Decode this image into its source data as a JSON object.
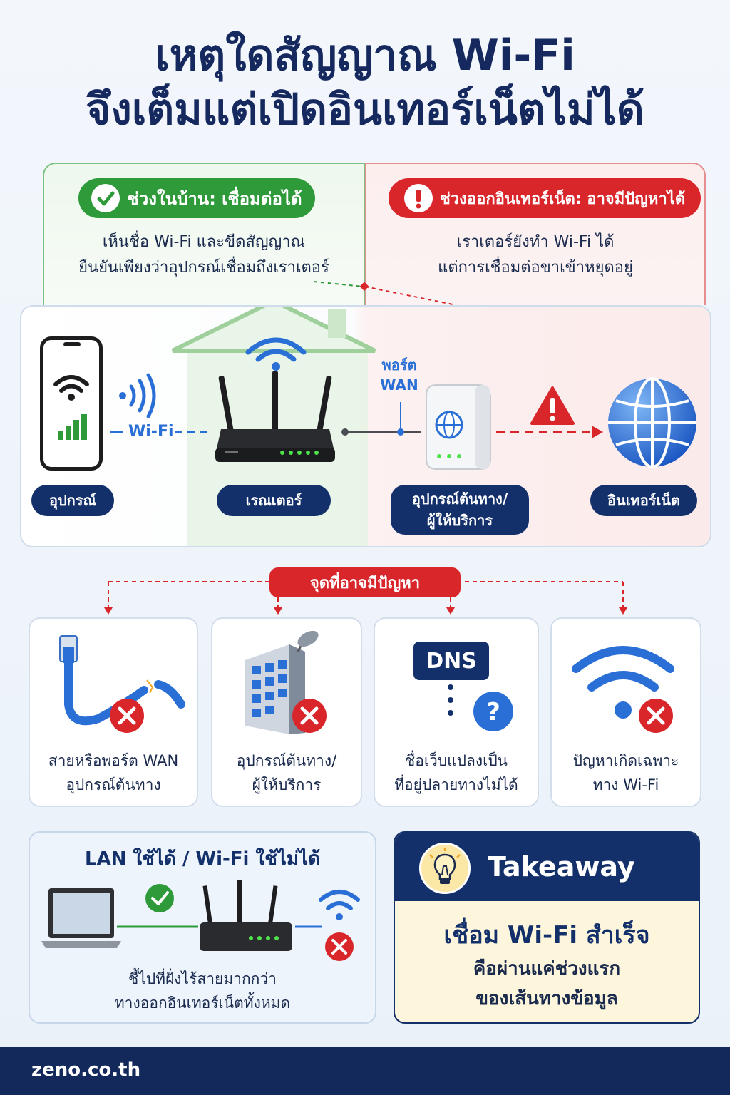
{
  "title": {
    "line1": "เหตุใดสัญญาณ Wi-Fi",
    "line2": "จึงเต็มแต่เปิดอินเทอร์เน็ตไม่ได้"
  },
  "home_section": {
    "badge": "ช่วงในบ้าน: เชื่อมต่อได้",
    "line1": "เห็นชื่อ Wi-Fi และขีดสัญญาณ",
    "line2": "ยืนยันเพียงว่าอุปกรณ์เชื่อมถึงเราเตอร์",
    "color": "#2f9a3a"
  },
  "internet_section": {
    "badge": "ช่วงออกอินเทอร์เน็ต: อาจมีปัญหาได้",
    "line1": "เราเตอร์ยังทำ Wi-Fi ได้",
    "line2": "แต่การเชื่อมต่อขาเข้าหยุดอยู่",
    "color": "#d9262b"
  },
  "diagram": {
    "wifi_label": "Wi-Fi",
    "wan_label": "พอร์ต\nWAN",
    "device": "อุปกรณ์",
    "router": "เรณเตอร์",
    "upstream": "อุปกรณ์ต้นทาง/\nผู้ให้บริการ",
    "internet": "อินเทอร์เน็ต"
  },
  "problems": {
    "header": "จุดที่อาจมีปัญหา",
    "items": [
      {
        "label": "สายหรือพอร์ต WAN\nอุปกรณ์ต้นทาง"
      },
      {
        "label": "อุปกรณ์ต้นทาง/\nผู้ให้บริการ"
      },
      {
        "badge": "DNS",
        "label": "ชื่อเว็บแปลงเป็น\nที่อยู่ปลายทางไม่ได้"
      },
      {
        "label": "ปัญหาเกิดเฉพาะ\nทาง Wi-Fi"
      }
    ]
  },
  "lan_box": {
    "title": "LAN ใช้ได้ / Wi-Fi ใช้ไม่ได้",
    "line1": "ชี้ไปที่ฝั่งไร้สายมากกว่า",
    "line2": "ทางออกอินเทอร์เน็ตทั้งหมด"
  },
  "takeaway": {
    "title": "Takeaway",
    "headline": "เชื่อม Wi-Fi สำเร็จ",
    "line1": "คือผ่านแค่ช่วงแรก",
    "line2": "ของเส้นทางข้อมูล"
  },
  "footer": {
    "site": "zeno.co.th"
  },
  "colors": {
    "navy": "#14306b",
    "green": "#2f9a3a",
    "red": "#d9262b",
    "blue": "#2a6fd6"
  }
}
